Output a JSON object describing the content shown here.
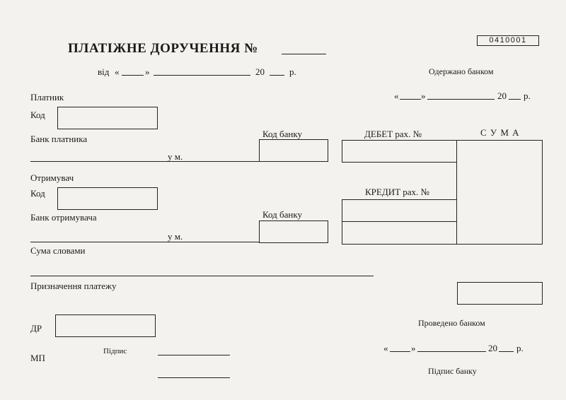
{
  "header": {
    "title": "ПЛАТІЖНЕ ДОРУЧЕННЯ №",
    "form_code": "0410001",
    "date_from": "від",
    "date_open": "«",
    "date_close": "»",
    "year_prefix": "20",
    "year_suffix": "р."
  },
  "received": {
    "label": "Одержано банком",
    "date_open": "«",
    "date_close": "»",
    "year_prefix": "20",
    "year_suffix": "р."
  },
  "payer": {
    "label": "Платник",
    "code_label": "Код",
    "bank_label": "Банк платника",
    "city_label": "у м.",
    "bank_code_label": "Код банку"
  },
  "recipient": {
    "label": "Отримувач",
    "code_label": "Код",
    "bank_label": "Банк отримувача",
    "city_label": "у м.",
    "bank_code_label": "Код банку"
  },
  "accounts": {
    "debit_label": "ДЕБЕТ рах. №",
    "credit_label": "КРЕДИТ рах. №",
    "sum_label": "С У М А"
  },
  "amount_words_label": "Сума словами",
  "purpose_label": "Призначення платежу",
  "footer": {
    "dr_label": "ДР",
    "mp_label": "МП",
    "signature_label": "Підпис",
    "processed_label": "Проведено банком",
    "date_open": "«",
    "date_close": "»",
    "year_prefix": "20",
    "year_suffix": "р.",
    "bank_signature_label": "Підпис банку"
  }
}
